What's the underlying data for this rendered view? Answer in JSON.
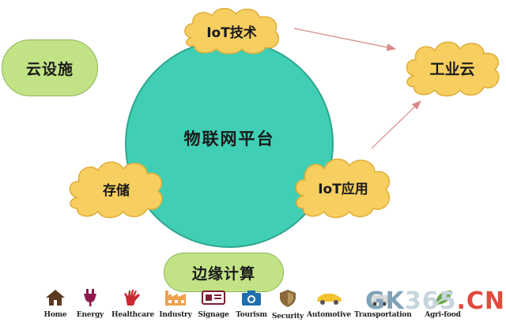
{
  "diagram": {
    "center": "物联网平台",
    "nodes": {
      "cloud_infrastructure": "云设施",
      "iot_technology": "IoT技术",
      "industrial_cloud": "工业云",
      "storage": "存储",
      "iot_application": "IoT应用",
      "edge_computing": "边缘计算"
    }
  },
  "icon_bar": {
    "items": [
      {
        "label": "Home",
        "icon": "house-icon",
        "color": "#5b3a22"
      },
      {
        "label": "Energy",
        "icon": "plug-icon",
        "color": "#8e1a4c"
      },
      {
        "label": "Healthcare",
        "icon": "hand-icon",
        "color": "#c8282e"
      },
      {
        "label": "Industry",
        "icon": "factory-icon",
        "color": "#f0a04b"
      },
      {
        "label": "Signage",
        "icon": "sign-icon",
        "color": "#7a2030"
      },
      {
        "label": "Tourism",
        "icon": "camera-icon",
        "color": "#1f6fae"
      },
      {
        "label": "Security",
        "icon": "shield-icon",
        "color": "#8a6a3a"
      },
      {
        "label": "Automotive",
        "icon": "car-icon",
        "color": "#f2c230"
      },
      {
        "label": "Transportation",
        "icon": "transport-icon",
        "color": "#444444"
      },
      {
        "label": "Agri-food",
        "icon": "leaf-icon",
        "color": "#6aa84f"
      }
    ]
  },
  "watermark": {
    "part1": "GK",
    "part2": "365",
    "part3": ".CN"
  },
  "colors": {
    "platform": "#40cfb4",
    "pill": "#c1e386",
    "cloud": "#f6cf60",
    "arrow": "#d98a8a"
  }
}
